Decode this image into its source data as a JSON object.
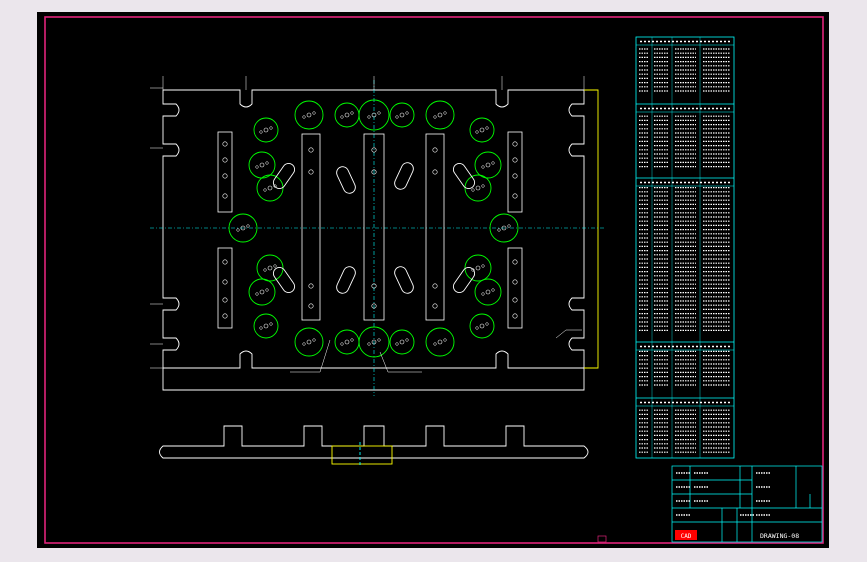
{
  "colors": {
    "window_bg": "#ebe6ec",
    "canvas": "#000000",
    "frame": "#e0237a",
    "outline": "#ffffff",
    "geometry": "#ffff00",
    "centerline": "#00ffff",
    "circle": "#00ff00",
    "table_line": "#00ffff",
    "text": "#ffffff",
    "stamp": "#ff0000"
  },
  "drawing": {
    "title_block": {
      "drawing_number": "DRAWING-08",
      "logo_text": "CAD",
      "rows": [
        "",
        "",
        "",
        ""
      ]
    },
    "hole_table": {
      "sections": 5
    }
  }
}
